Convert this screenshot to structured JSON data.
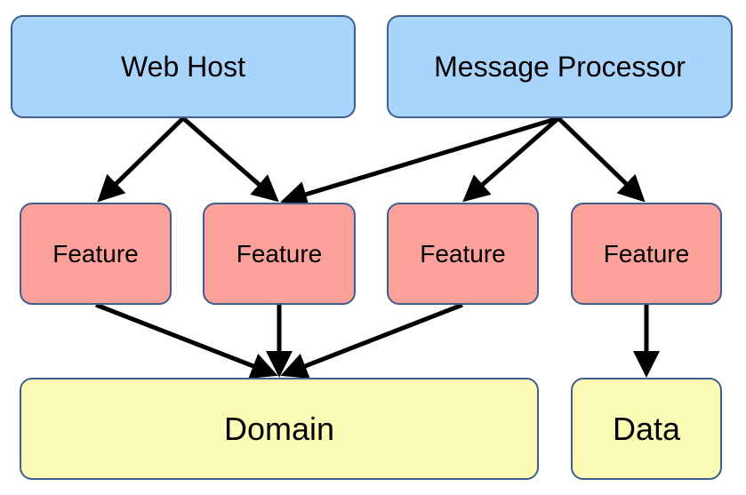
{
  "colors": {
    "top_fill": "#a9d4fb",
    "feature_fill": "#fca09a",
    "bottom_fill": "#fbfbb5",
    "border": "#3f5f8f",
    "arrow": "#000000"
  },
  "nodes": {
    "web_host": "Web Host",
    "message_processor": "Message Processor",
    "feature_1": "Feature",
    "feature_2": "Feature",
    "feature_3": "Feature",
    "feature_4": "Feature",
    "domain": "Domain",
    "data": "Data"
  },
  "edges": [
    {
      "from": "web_host",
      "to": "feature_1"
    },
    {
      "from": "web_host",
      "to": "feature_2"
    },
    {
      "from": "message_processor",
      "to": "feature_2"
    },
    {
      "from": "message_processor",
      "to": "feature_3"
    },
    {
      "from": "message_processor",
      "to": "feature_4"
    },
    {
      "from": "feature_1",
      "to": "domain"
    },
    {
      "from": "feature_2",
      "to": "domain"
    },
    {
      "from": "feature_3",
      "to": "domain"
    },
    {
      "from": "feature_4",
      "to": "data"
    }
  ]
}
